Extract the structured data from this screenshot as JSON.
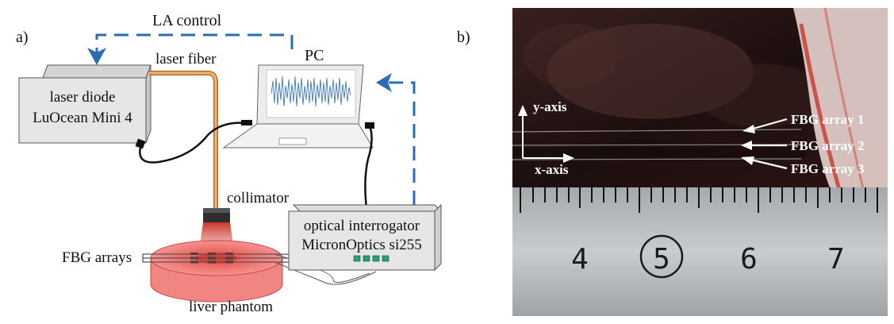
{
  "panel_a": {
    "label": "a)",
    "la_control": "LA control",
    "pc": "PC",
    "laser_fiber": "laser fiber",
    "laser_diode_line1": "laser diode",
    "laser_diode_line2": "LuOcean Mini 4",
    "collimator": "collimator",
    "interrogator_line1": "optical interrogator",
    "interrogator_line2": "MicronOptics si255",
    "fbg_arrays": "FBG arrays",
    "liver_phantom": "liver phantom"
  },
  "panel_b": {
    "label": "b)",
    "y_axis": "y-axis",
    "x_axis": "x-axis",
    "arrays": [
      "FBG array 1",
      "FBG array 2",
      "FBG array 3"
    ],
    "ruler_numbers": [
      "4",
      "5",
      "6",
      "7"
    ]
  },
  "colors": {
    "control_blue": "#2a6db3",
    "diode_fill": "#e6e6e6",
    "phantom_red": "#ef6b6b",
    "fiber_orange": "#d8893a",
    "connector_green": "#27a36b",
    "tissue_dark": "#2a1717"
  }
}
